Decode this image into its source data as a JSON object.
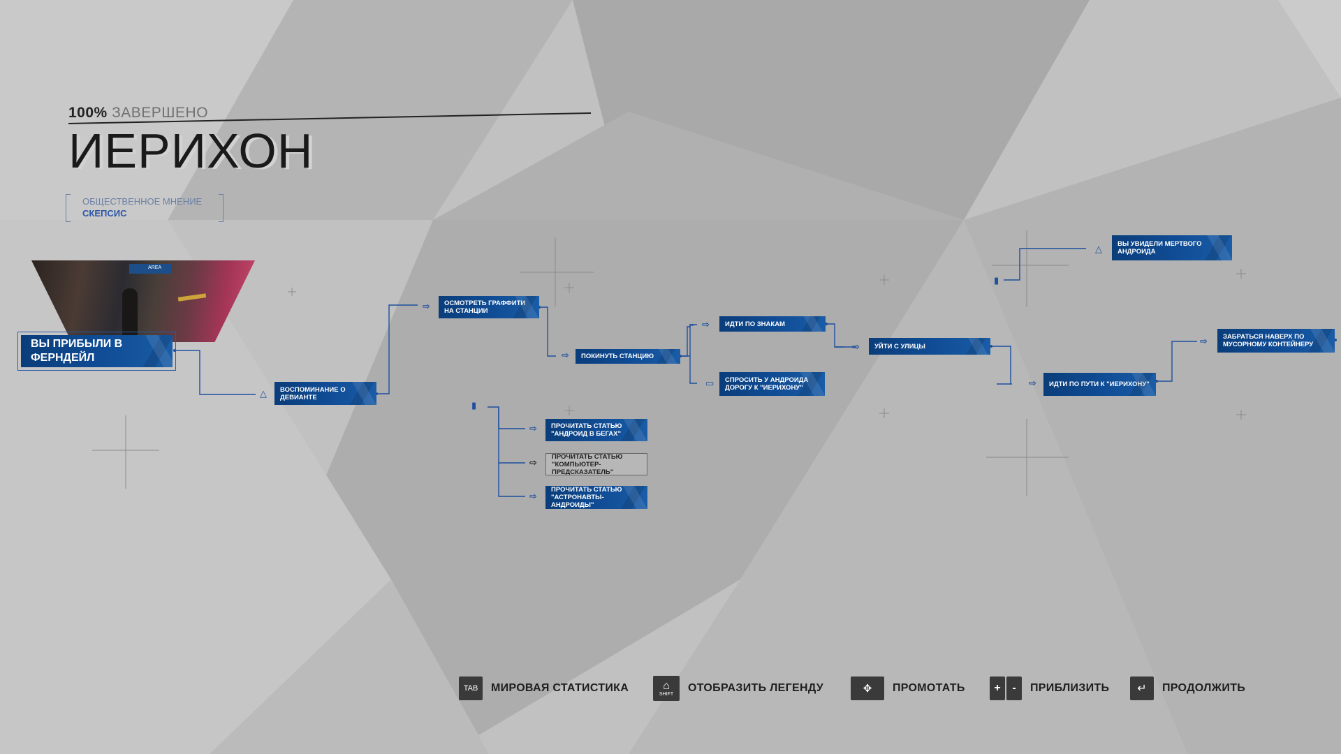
{
  "header": {
    "percent": "100%",
    "percent_label": "ЗАВЕРШЕНО",
    "chapter_title": "ИЕРИХОН",
    "opinion_label": "ОБЩЕСТВЕННОЕ МНЕНИЕ",
    "opinion_value": "СКЕПСИС"
  },
  "thumbnail": {
    "sign_text": "AREA"
  },
  "flowchart": {
    "start": "ВЫ ПРИБЫЛИ В ФЕРНДЕЙЛ",
    "memory": "ВОСПОМИНАНИЕ О ДЕВИАНТЕ",
    "graffiti": "ОСМОТРЕТЬ ГРАФФИТИ НА СТАНЦИИ",
    "leave_station": "ПОКИНУТЬ СТАНЦИЮ",
    "follow_signs": "ИДТИ ПО ЗНАКАМ",
    "ask_android": "СПРОСИТЬ У АНДРОИДА ДОРОГУ К \"ИЕРИХОНУ\"",
    "leave_street": "УЙТИ С УЛИЦЫ",
    "dead_android": "ВЫ УВИДЕЛИ МЕРТВОГО АНДРОИДА",
    "go_jericho": "ИДТИ ПО ПУТИ К \"ИЕРИХОНУ\"",
    "climb_container": "ЗАБРАТЬСЯ НАВЕРХ ПО МУСОРНОМУ КОНТЕЙНЕРУ",
    "article_1": "ПРОЧИТАТЬ СТАТЬЮ \"АНДРОИД В БЕГАХ\"",
    "article_2": "ПРОЧИТАТЬ СТАТЬЮ \"КОМПЬЮТЕР-ПРЕДСКАЗАТЕЛЬ\"",
    "article_3": "ПРОЧИТАТЬ СТАТЬЮ \"АСТРОНАВТЫ-АНДРОИДЫ\""
  },
  "bottom_bar": {
    "tab_key": "TAB",
    "world_stats": "МИРОВАЯ СТАТИСТИКА",
    "shift_key": "SHIFT",
    "show_legend": "ОТОБРАЗИТЬ ЛЕГЕНДУ",
    "scroll": "ПРОМОТАТЬ",
    "plus_key": "+",
    "minus_key": "-",
    "zoom": "ПРИБЛИЗИТЬ",
    "continue": "ПРОДОЛЖИТЬ"
  },
  "colors": {
    "node_blue": "#104d96",
    "background_gray": "#c3c3c3",
    "wire_blue": "#1d4f9d"
  }
}
